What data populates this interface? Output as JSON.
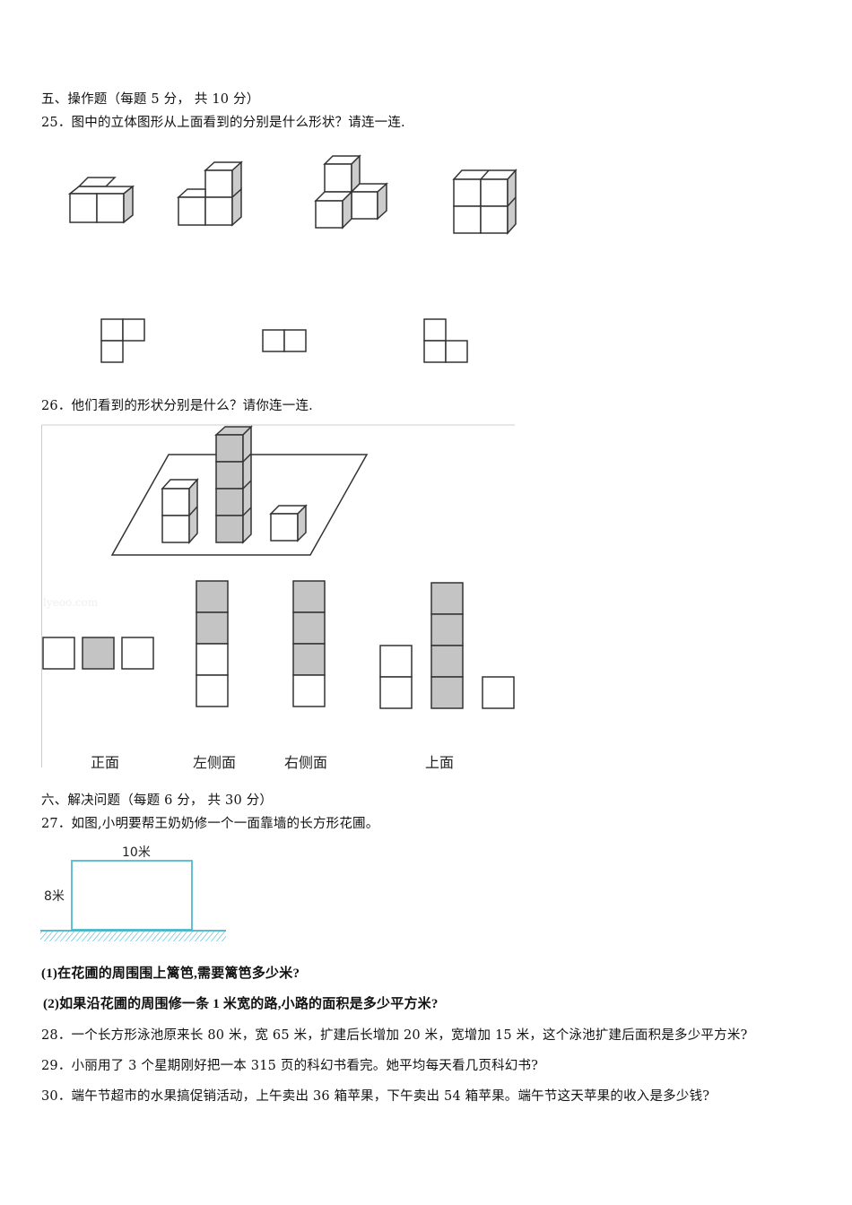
{
  "section5": {
    "heading": "五、操作题（每题 5 分， 共 10 分）",
    "q25": "25．图中的立体图形从上面看到的分别是什么形状？请连一连."
  },
  "q26": {
    "text": "26．他们看到的形状分别是什么？请你连一连.",
    "watermark": "lyeoo.com",
    "labels": [
      "正面",
      "左侧面",
      "右侧面",
      "上面"
    ]
  },
  "section6": {
    "heading": "六、解决问题（每题 6 分， 共 30 分）",
    "q27": "27．如图,小明要帮王奶奶修一个一面靠墙的长方形花圃。",
    "q27_fig": {
      "top_label": "10米",
      "side_label": "8米"
    },
    "q27_1": "(1)在花圃的周围围上篱笆,需要篱笆多少米?",
    "q27_2": "(2)如果沿花圃的周围修一条 1 米宽的路,小路的面积是多少平方米?",
    "q28": "28．一个长方形泳池原来长 80 米，宽 65 米，扩建后长增加 20 米，宽增加 15 米，这个泳池扩建后面积是多少平方米?",
    "q29": "29．小丽用了 3 个星期刚好把一本 315 页的科幻书看完。她平均每天看几页科幻书?",
    "q30": "30．端午节超市的水果搞促销活动，上午卖出 36 箱苹果，下午卖出 54 箱苹果。端午节这天苹果的收入是多少钱?"
  }
}
